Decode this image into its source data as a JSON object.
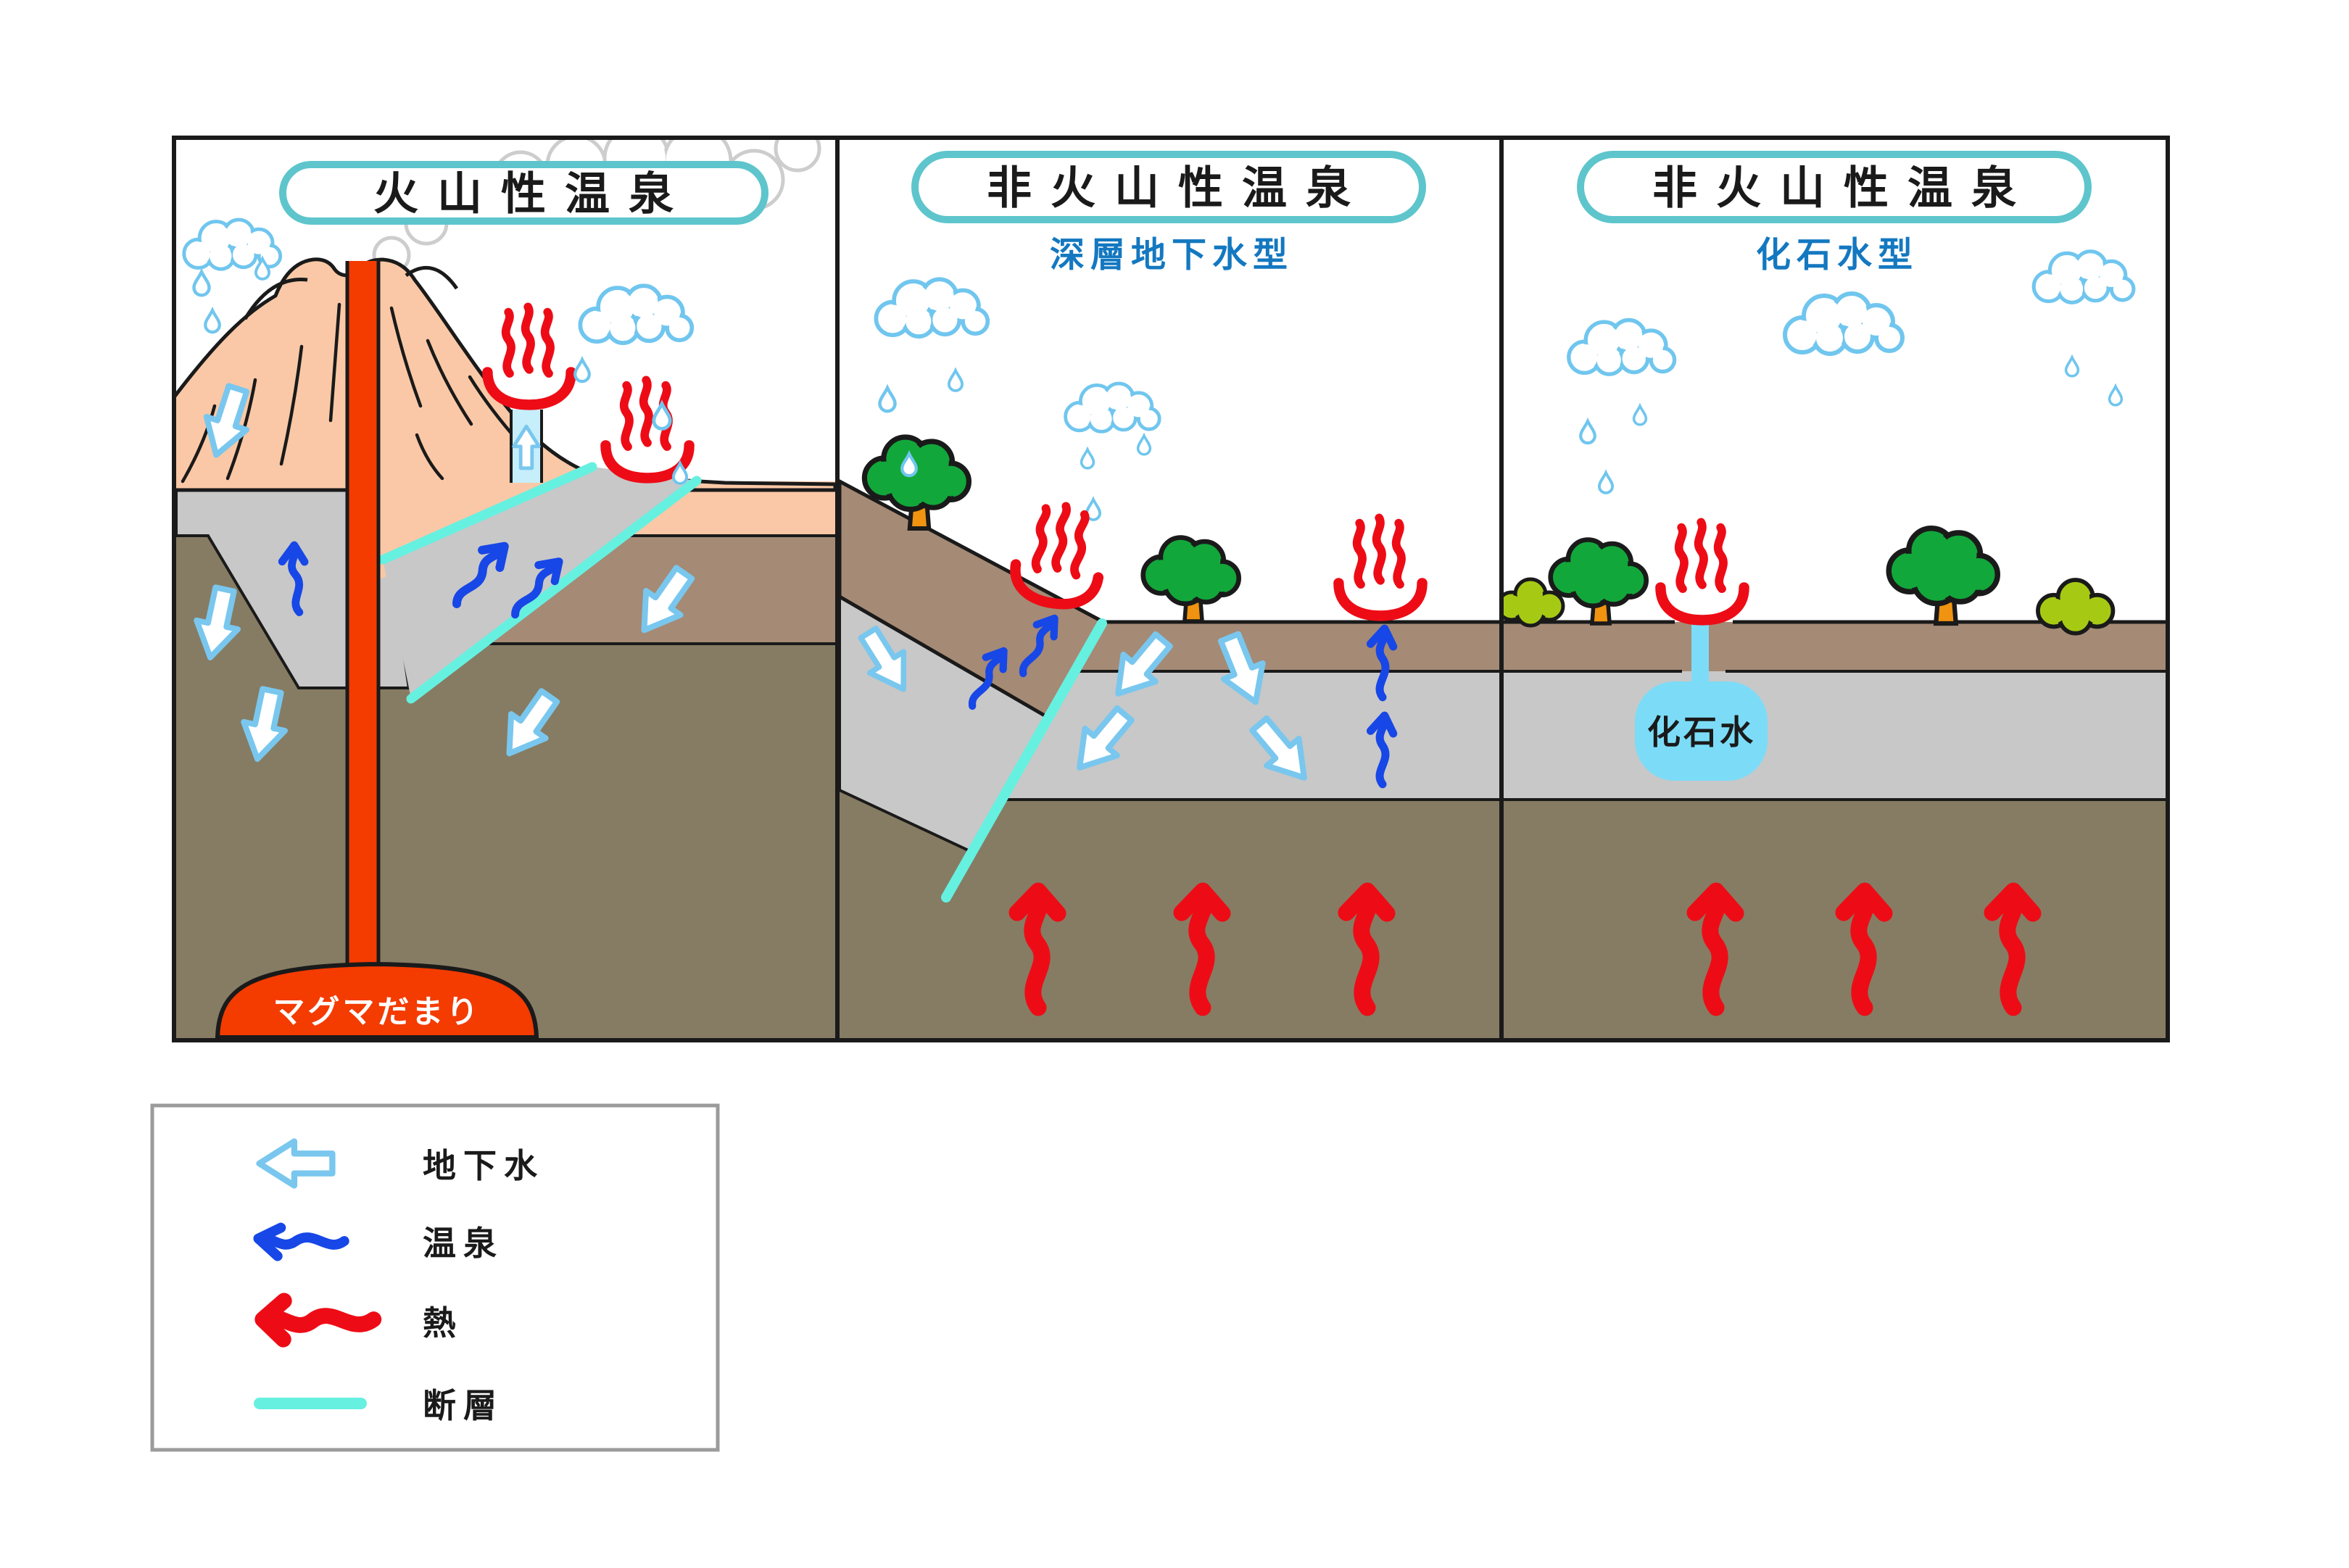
{
  "panels": [
    {
      "id": "volcanic",
      "title": "火山性温泉",
      "subtitle": "",
      "labels": {
        "magma": "マグマだまり"
      }
    },
    {
      "id": "non-volcanic-deep-groundwater",
      "title": "非火山性温泉",
      "subtitle": "深層地下水型",
      "labels": {}
    },
    {
      "id": "non-volcanic-fossil-water",
      "title": "非火山性温泉",
      "subtitle": "化石水型",
      "labels": {
        "fossil_water": "化石水"
      }
    }
  ],
  "legend": {
    "items": [
      {
        "icon": "groundwater-arrow-icon",
        "label": "地下水"
      },
      {
        "icon": "hotspring-arrow-icon",
        "label": "温泉"
      },
      {
        "icon": "heat-arrow-icon",
        "label": "熱"
      },
      {
        "icon": "fault-line-icon",
        "label": "断層"
      }
    ]
  },
  "colors": {
    "title_pill_border": "#5ec5cc",
    "subtitle_blue": "#1478c0",
    "cloud_outline_blue": "#70c6ee",
    "groundwater_arrow_blue": "#79c7ee",
    "hotspring_arrow_blue": "#1747e6",
    "heat_red": "#ed0c16",
    "fault_cyan": "#66f0e0",
    "magma_orange": "#f43b00",
    "volcano_peach": "#fac8a6",
    "topsoil_brown": "#a58a75",
    "aquifer_gray": "#c8c8c8",
    "basement_brown": "#867c63",
    "fossil_water_blue": "#7cdcf8",
    "channel_light_blue": "#c7eefb",
    "tree_green": "#12a73a",
    "bush_green": "#a6ca14",
    "trunk_orange": "#ef9310",
    "smoke_gray": "#cdcdcd"
  }
}
